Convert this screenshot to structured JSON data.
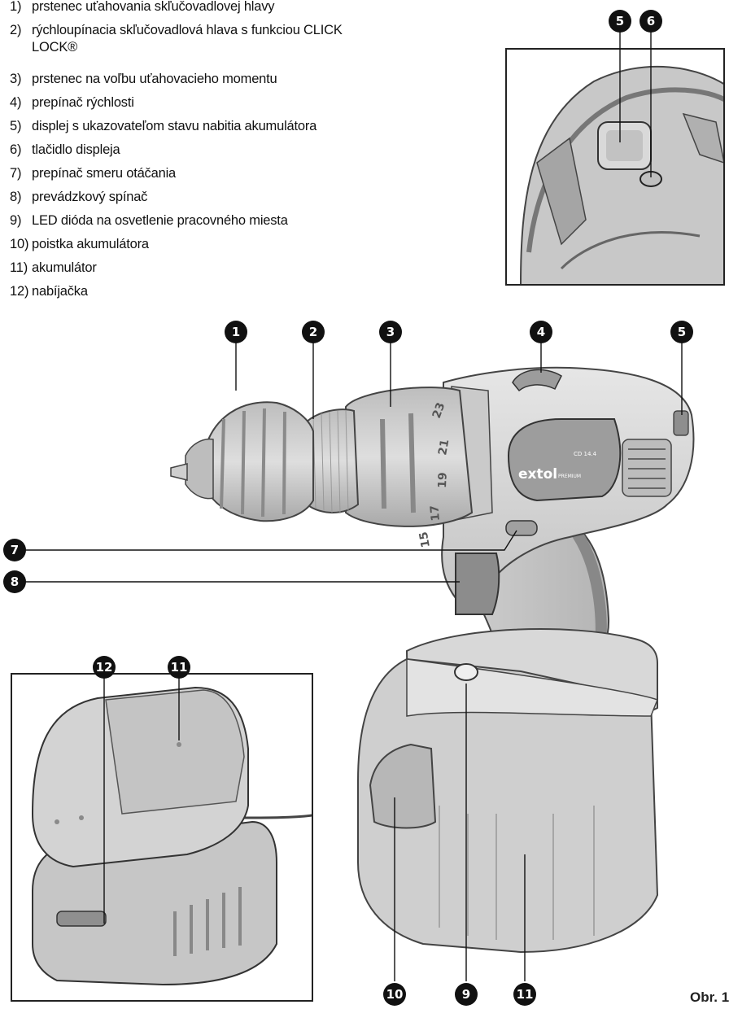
{
  "legend": [
    {
      "num": "1)",
      "text": "prstenec uťahovania skľučovadlovej hlavy"
    },
    {
      "num": "2)",
      "text": "rýchloupínacia skľučovadlová hlava s funkciou CLICK",
      "text2": "LOCK®"
    },
    {
      "num": "3)",
      "text": "prstenec na voľbu uťahovacieho momentu"
    },
    {
      "num": "4)",
      "text": "prepínač rýchlosti"
    },
    {
      "num": "5)",
      "text": "displej s ukazovateľom stavu nabitia akumulátora"
    },
    {
      "num": "6)",
      "text": "tlačidlo displeja"
    },
    {
      "num": "7)",
      "text": "prepínač smeru otáčania"
    },
    {
      "num": "8)",
      "text": "prevádzkový spínač"
    },
    {
      "num": "9)",
      "text": "LED dióda na osvetlenie pracovného miesta"
    },
    {
      "num": "10)",
      "text": "poistka akumulátora"
    },
    {
      "num": "11)",
      "text": "akumulátor"
    },
    {
      "num": "12)",
      "text": "nabíjačka"
    }
  ],
  "callouts": [
    "5",
    "6",
    "1",
    "2",
    "3",
    "4",
    "5",
    "7",
    "8",
    "12",
    "11",
    "10",
    "9",
    "11"
  ],
  "product": {
    "brand": "extol",
    "brand_sub": "PREMIUM",
    "model": "CD 14.4"
  },
  "torque_scale": [
    "23",
    "21",
    "19",
    "17",
    "15"
  ],
  "figure_label": "Obr. 1",
  "colors": {
    "badge": "#111111",
    "body": "#d4d4d4",
    "dark": "#8c8c8c",
    "outline": "#333333"
  }
}
